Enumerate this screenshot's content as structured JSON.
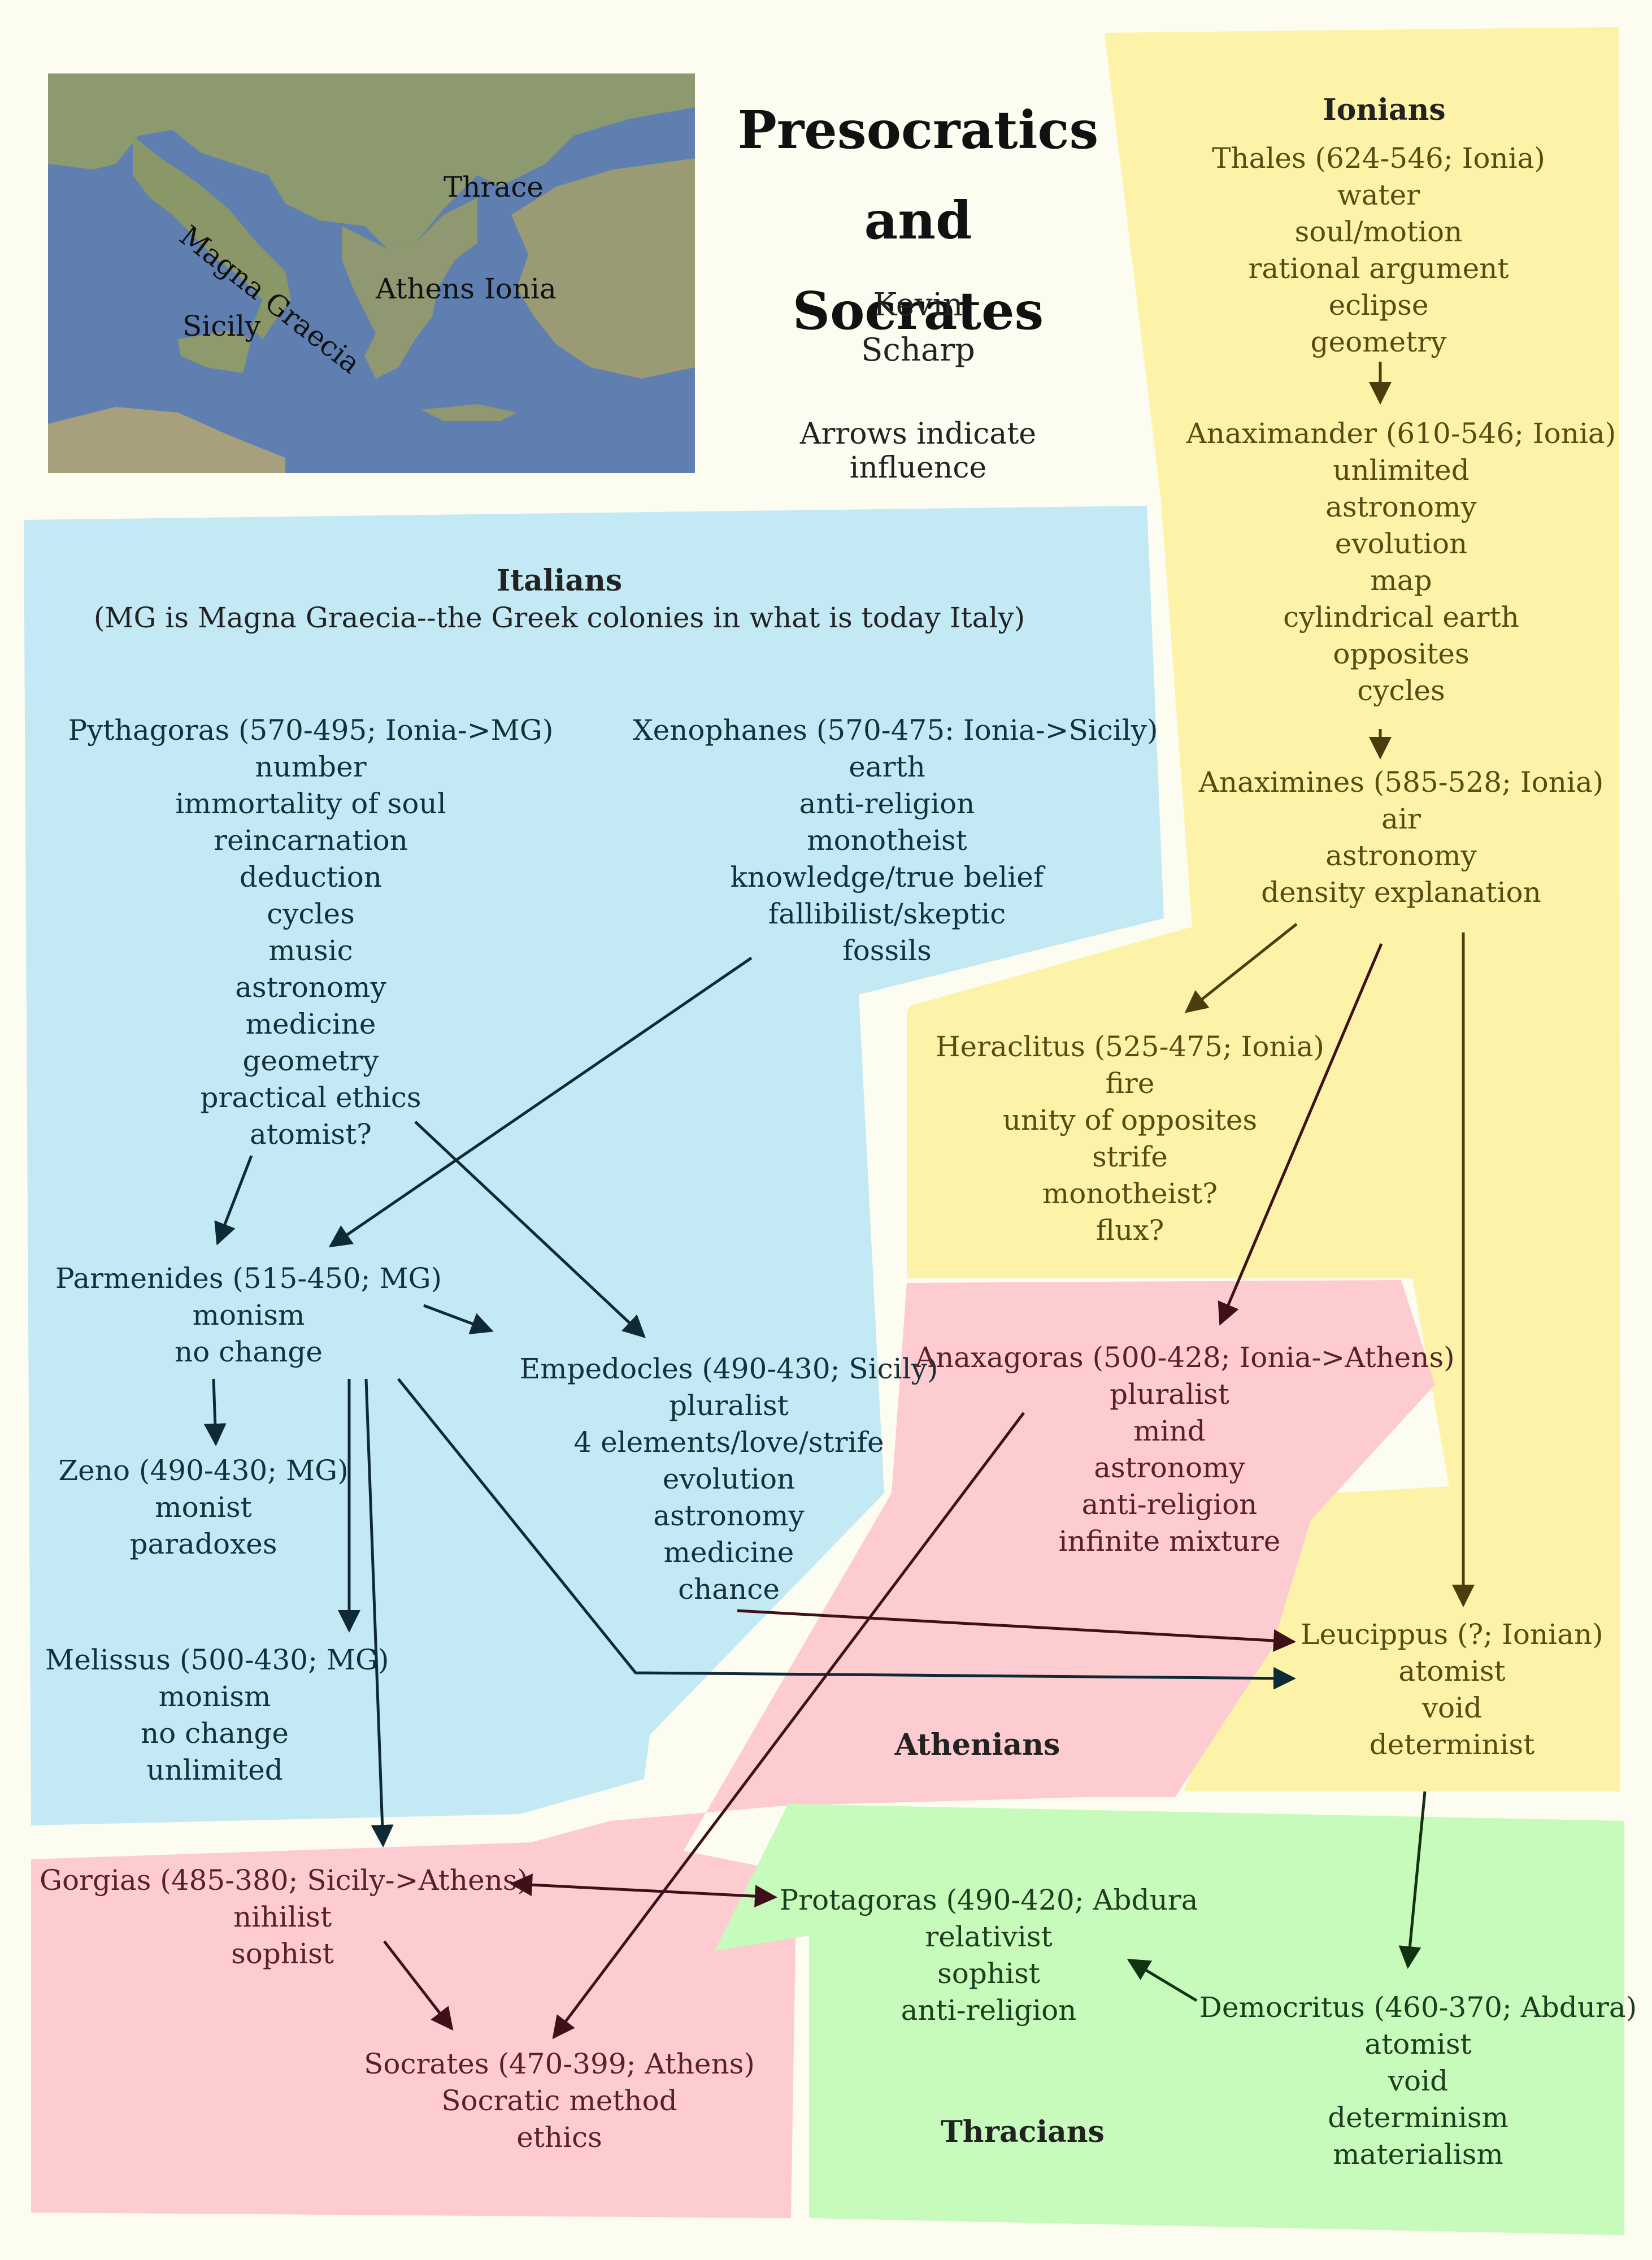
{
  "title": [
    "Presocratics",
    "and Socrates"
  ],
  "author": [
    "Kevin",
    "Scharp"
  ],
  "note": "Arrows indicate influence",
  "map": {
    "labels": {
      "thrace": "Thrace",
      "magna_graecia": "Magna Graecia",
      "athens": "Athens",
      "ionia": "Ionia",
      "sicily": "Sicily"
    }
  },
  "regions": {
    "ionians": "Ionians",
    "italians": "Italians",
    "italians_note": "(MG is Magna Graecia--the Greek colonies in what is today Italy)",
    "athenians": "Athenians",
    "thracians": "Thracians"
  },
  "colors": {
    "ionian": "#fdf3a8",
    "italian": "#c3e9f5",
    "athenian": "#fdccd1",
    "thracian": "#c6fbbc",
    "background": "#fdfcf0"
  },
  "philosophers": {
    "thales": {
      "name": "Thales (624-546; Ionia)",
      "traits": [
        "water",
        "soul/motion",
        "rational argument",
        "eclipse",
        "geometry"
      ]
    },
    "anaximander": {
      "name": "Anaximander (610-546; Ionia)",
      "traits": [
        "unlimited",
        "astronomy",
        "evolution",
        "map",
        "cylindrical earth",
        "opposites",
        "cycles"
      ]
    },
    "anaximenes": {
      "name": "Anaximines (585-528; Ionia)",
      "traits": [
        "air",
        "astronomy",
        "density explanation"
      ]
    },
    "heraclitus": {
      "name": "Heraclitus (525-475; Ionia)",
      "traits": [
        "fire",
        "unity of  opposites",
        "strife",
        "monotheist?",
        "flux?"
      ]
    },
    "pythagoras": {
      "name": "Pythagoras (570-495; Ionia->MG)",
      "traits": [
        "number",
        "immortality of  soul",
        "reincarnation",
        "deduction",
        "cycles",
        "music",
        "astronomy",
        "medicine",
        "geometry",
        "practical ethics",
        "atomist?"
      ]
    },
    "xenophanes": {
      "name": "Xenophanes (570-475: Ionia->Sicily)",
      "traits": [
        "earth",
        "anti-religion",
        "monotheist",
        "knowledge/true belief",
        "fallibilist/skeptic",
        "fossils"
      ]
    },
    "parmenides": {
      "name": "Parmenides (515-450; MG)",
      "traits": [
        "monism",
        "no change"
      ]
    },
    "empedocles": {
      "name": "Empedocles (490-430; Sicily)",
      "traits": [
        "pluralist",
        "4 elements/love/strife",
        "evolution",
        "astronomy",
        "medicine",
        "chance"
      ]
    },
    "zeno": {
      "name": "Zeno (490-430; MG)",
      "traits": [
        "monist",
        "paradoxes"
      ]
    },
    "melissus": {
      "name": "Melissus (500-430; MG)",
      "traits": [
        "monism",
        "no change",
        "unlimited"
      ]
    },
    "anaxagoras": {
      "name": "Anaxagoras (500-428; Ionia->Athens)",
      "traits": [
        "pluralist",
        "mind",
        "astronomy",
        "anti-religion",
        "infinite mixture"
      ]
    },
    "leucippus": {
      "name": "Leucippus (?; Ionian)",
      "traits": [
        "atomist",
        "void",
        "determinist"
      ]
    },
    "gorgias": {
      "name": "Gorgias (485-380; Sicily->Athens)",
      "traits": [
        "nihilist",
        "sophist"
      ]
    },
    "protagoras": {
      "name": "Protagoras (490-420; Abdura",
      "traits": [
        "relativist",
        "sophist",
        "anti-religion"
      ]
    },
    "democritus": {
      "name": "Democritus (460-370; Abdura)",
      "traits": [
        "atomist",
        "void",
        "determinism",
        "materialism"
      ]
    },
    "socrates": {
      "name": "Socrates (470-399; Athens)",
      "traits": [
        "Socratic method",
        "ethics"
      ]
    }
  },
  "influences": [
    {
      "from": "thales",
      "to": "anaximander"
    },
    {
      "from": "anaximander",
      "to": "anaximenes"
    },
    {
      "from": "anaximenes",
      "to": "heraclitus"
    },
    {
      "from": "anaximenes",
      "to": "anaxagoras"
    },
    {
      "from": "anaximenes",
      "to": "leucippus"
    },
    {
      "from": "pythagoras",
      "to": "parmenides"
    },
    {
      "from": "pythagoras",
      "to": "empedocles"
    },
    {
      "from": "xenophanes",
      "to": "parmenides"
    },
    {
      "from": "parmenides",
      "to": "empedocles"
    },
    {
      "from": "parmenides",
      "to": "zeno"
    },
    {
      "from": "parmenides",
      "to": "melissus"
    },
    {
      "from": "parmenides",
      "to": "gorgias"
    },
    {
      "from": "parmenides",
      "to": "leucippus"
    },
    {
      "from": "empedocles",
      "to": "leucippus"
    },
    {
      "from": "anaxagoras",
      "to": "socrates"
    },
    {
      "from": "gorgias",
      "to": "protagoras",
      "both": true
    },
    {
      "from": "gorgias",
      "to": "socrates"
    },
    {
      "from": "leucippus",
      "to": "democritus"
    },
    {
      "from": "democritus",
      "to": "protagoras"
    }
  ]
}
